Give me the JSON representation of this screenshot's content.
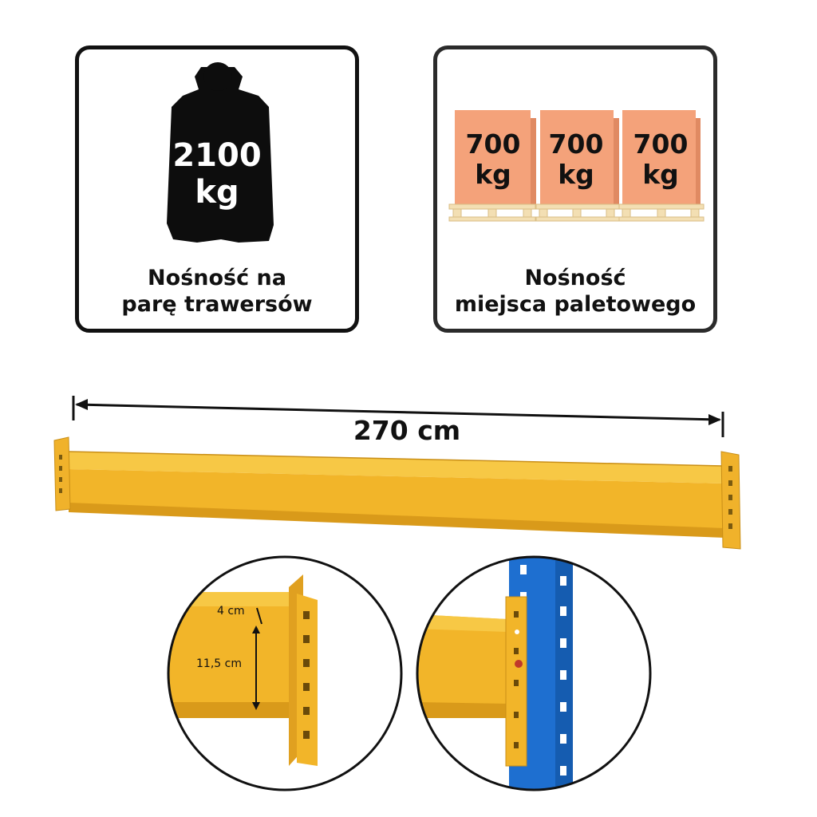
{
  "cards": {
    "capacity_pair": {
      "weight": "2100",
      "unit": "kg",
      "label_line1": "Nośność na",
      "label_line2": "parę trawersów",
      "icon": "weight-icon"
    },
    "capacity_pallet": {
      "boxes": [
        {
          "value": "700",
          "unit": "kg"
        },
        {
          "value": "700",
          "unit": "kg"
        },
        {
          "value": "700",
          "unit": "kg"
        }
      ],
      "label_line1": "Nośność",
      "label_line2": "miejsca paletowego",
      "icon": "pallet-box-icon"
    }
  },
  "beam": {
    "length_label": "270 cm",
    "color": "#F2B529"
  },
  "detail_left": {
    "top_label": "4 cm",
    "height_label": "11,5 cm"
  },
  "colors": {
    "beam_yellow": "#F2B529",
    "upright_blue": "#1E6FD0",
    "box_orange": "#F4A27A",
    "pallet_wood": "#F3DFB3"
  }
}
